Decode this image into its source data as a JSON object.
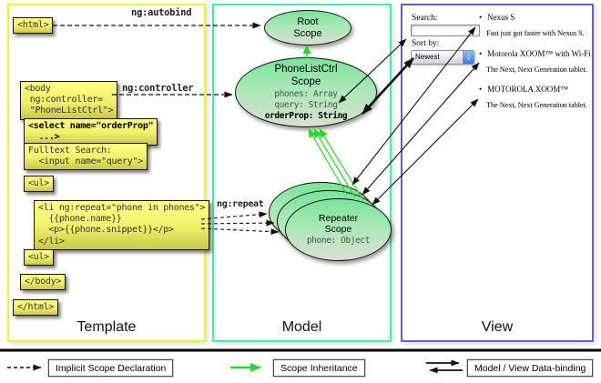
{
  "columns": {
    "template_label": "Template",
    "model_label": "Model",
    "view_label": "View"
  },
  "template": {
    "html_open": "<html>",
    "body_open": "<body\n ng:controller=\n \"PhoneListCtrl\">",
    "select": "<select name=\"orderProp\"\n  ...>",
    "fulltext": "Fulltext Search:\n  <input name=\"query\">",
    "ul_open": "<ul>",
    "li_repeat": "<li ng:repeat=\"phone in phones\">\n  {{phone.name}}\n  <p>{{phone.snippet}}</p>\n</li>",
    "ul_close": "<ul>",
    "body_close": "</body>",
    "html_close": "</html>",
    "ann_autobind": "ng:autobind",
    "ann_controller": "ng:controller",
    "ann_repeat": "ng:repeat"
  },
  "model": {
    "root_scope_title": "Root\nScope",
    "phonelist_title": "PhoneListCtrl\nScope",
    "phonelist_props": "phones: Array\nquery: String",
    "phonelist_bold_prop": "orderProp: String",
    "repeater_title": "Repeater\nScope",
    "repeater_prop": "phone: Object"
  },
  "view": {
    "search_label": "Search:",
    "search_value": "",
    "sort_label": "Sort by:",
    "sort_value": "Newest",
    "bullet": "•",
    "items": [
      {
        "name": "Nexus S",
        "desc": "Fast just got faster with Nexus S."
      },
      {
        "name": "Motorola XOOM™ with Wi-Fi",
        "desc": "The Next, Next Generation tablet."
      },
      {
        "name": "MOTOROLA XOOM™",
        "desc": "The Next, Next Generation tablet."
      }
    ]
  },
  "legend": {
    "implicit": "Implicit Scope Declaration",
    "inheritance": "Scope Inheritance",
    "databinding": "Model / View Data-binding"
  },
  "colors": {
    "template_border": "#f5f220",
    "model_border": "#3ef0a0",
    "view_border": "#6a5bd0",
    "arrow_green": "#27d927",
    "box_yellow": "#f0ee6a"
  }
}
